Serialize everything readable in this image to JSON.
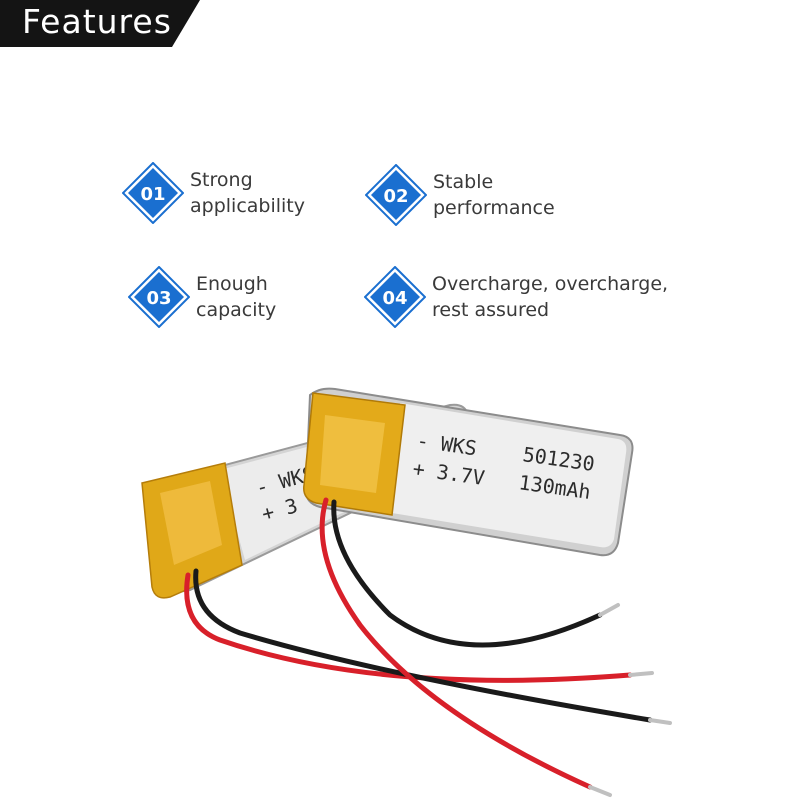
{
  "header": {
    "title": "Features",
    "background": "#141414"
  },
  "features": [
    {
      "number": "01",
      "label": "Strong\napplicability"
    },
    {
      "number": "02",
      "label": "Stable\nperformance"
    },
    {
      "number": "03",
      "label": "Enough\ncapacity"
    },
    {
      "number": "04",
      "label": "Overcharge, overcharge,\nrest assured"
    }
  ],
  "accent_color": "#1a6fd0",
  "product": {
    "back_cell_text": {
      "line1": "- WKS",
      "line2": "+ 3"
    },
    "front_cell_text": {
      "line1_left": "- WKS",
      "line1_right": "501230",
      "line2_left": "+ 3.7V",
      "line2_right": "130mAh"
    },
    "colors": {
      "tape": "#e0a818",
      "cell": "#e8e8e8",
      "wire_red": "#d8202a",
      "wire_black": "#1a1a1a"
    }
  }
}
